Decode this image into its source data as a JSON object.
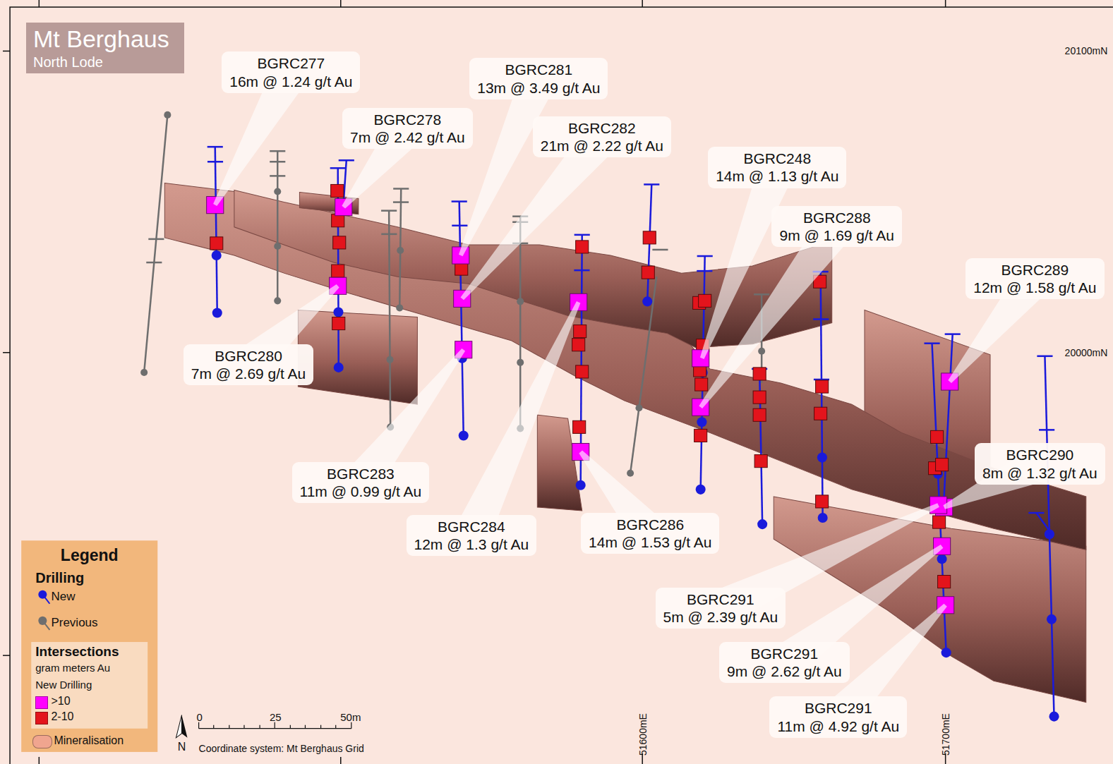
{
  "diagram": {
    "title": "Mt Berghaus",
    "nodes": [
      {
        "text": [
          "BGRC277",
          "16m @ 1.24 g/t Au"
        ]
      },
      {
        "text": [
          "BGRC281",
          "13m @ 3.49 g/t Au"
        ]
      },
      {
        "text": [
          "BGRC278",
          "7m @ 2.42 g/t Au"
        ]
      },
      {
        "text": [
          "BGRC282",
          "21m @ 2.22 g/t Au"
        ]
      },
      {
        "text": [
          "BGRC248",
          "14m @ 1.13 g/t Au"
        ]
      },
      {
        "text": [
          "BGRC288",
          "9m @ 1.69 g/t Au"
        ]
      },
      {
        "text": [
          "BGRC289",
          "12m @ 1.58 g/t Au"
        ]
      },
      {
        "text": [
          "BGRC280",
          "7m @ 2.69 g/t Au"
        ]
      },
      {
        "text": [
          "BGRC290",
          "8m @ 1.32 g/t Au"
        ]
      },
      {
        "text": [
          "BGRC283",
          "11m @ 0.99 g/t Au"
        ]
      },
      {
        "text": [
          "BGRC286",
          "14m @ 1.53 g/t Au"
        ]
      },
      {
        "text": [
          "BGRC284",
          "12m @ 1.3 g/t Au"
        ]
      },
      {
        "text": [
          "BGRC291",
          "5m @ 2.39 g/t Au"
        ]
      },
      {
        "text": [
          "BGRC291",
          "9m @ 2.62 g/t Au"
        ]
      },
      {
        "text": [
          "BGRC291",
          "11m @ 4.92 g/t Au"
        ]
      }
    ],
    "labels": [
      "North Lode",
      "20100mN",
      "20000mN",
      "51600mE",
      "51700mE",
      "Legend",
      "Drilling",
      "Intersections",
      "gram meters Au",
      "New Drilling",
      "0",
      "25",
      "50m",
      "N",
      "Coordinate system: Mt Berghaus Grid"
    ],
    "legend": [
      {
        "text": "New"
      },
      {
        "text": "Previous"
      },
      {
        "text": ">10",
        "color": "#ff00ff"
      },
      {
        "text": "2-10",
        "color": "#e3141c"
      },
      {
        "text": "Mineralisation",
        "color": "#f0a58f"
      }
    ]
  }
}
